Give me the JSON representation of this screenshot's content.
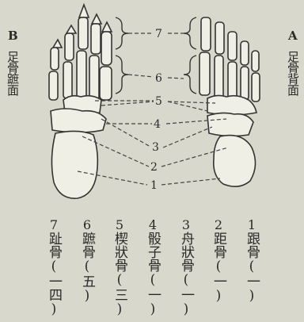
{
  "side_b": {
    "letter": "B",
    "caption": "足骨蹠面"
  },
  "side_a": {
    "letter": "A",
    "caption": "足骨背面"
  },
  "callouts": [
    "7",
    "6",
    "5",
    "4",
    "3",
    "2",
    "1"
  ],
  "legend": [
    {
      "num": "7",
      "name": "趾骨(一四)"
    },
    {
      "num": "6",
      "name": "蹠骨(五)"
    },
    {
      "num": "5",
      "name": "楔狀骨(三)"
    },
    {
      "num": "4",
      "name": "骰子骨(一)"
    },
    {
      "num": "3",
      "name": "舟狀骨(一)"
    },
    {
      "num": "2",
      "name": "距骨(一)"
    },
    {
      "num": "1",
      "name": "跟骨(一)"
    }
  ]
}
